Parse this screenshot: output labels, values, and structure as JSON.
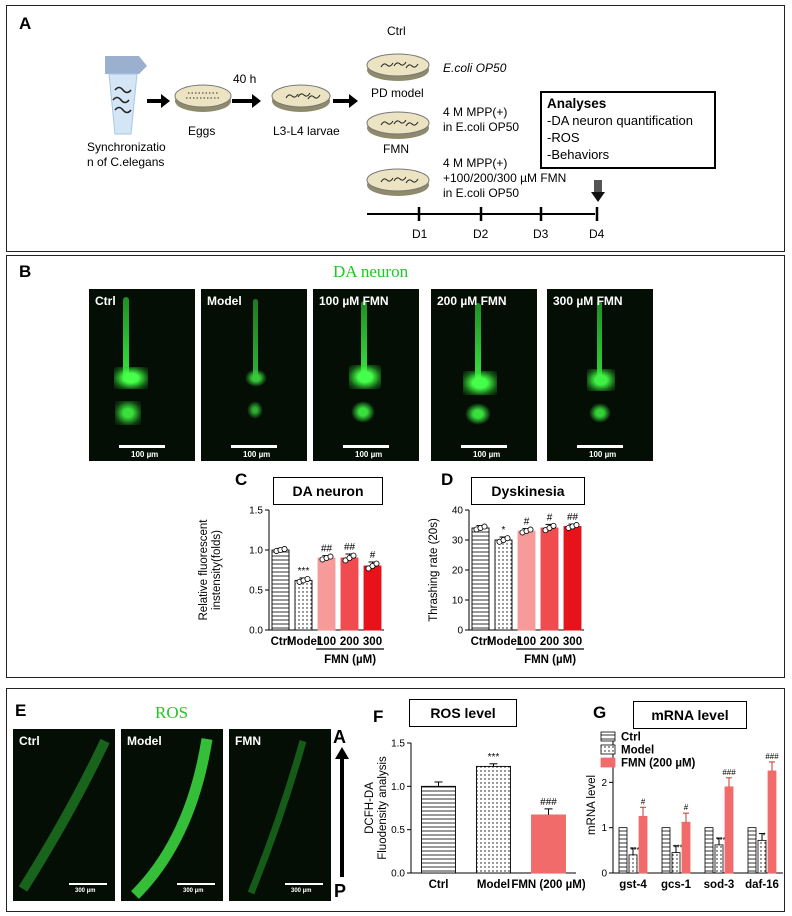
{
  "panelA": {
    "label": "A",
    "sync_label_1": "Synchronizatio",
    "sync_label_2": "n of C.elegans",
    "arrow_time": "40 h",
    "eggs": "Eggs",
    "larvae": "L3-L4 larvae",
    "ctrl": "Ctrl",
    "ctrl_food": "E.coli OP50",
    "pd": "PD model",
    "pd_1": "4 M MPP(+)",
    "pd_2": "in E.coli OP50",
    "fmn": "FMN",
    "fmn_1": "4 M MPP(+)",
    "fmn_2": "+100/200/300 µM FMN",
    "fmn_3": "in E.coli OP50",
    "analyses_title": "Analyses",
    "analyses_items": [
      "-DA neuron quantification",
      "-ROS",
      "-Behaviors"
    ],
    "days": [
      "D1",
      "D2",
      "D3",
      "D4"
    ]
  },
  "panelB": {
    "label": "B",
    "title": "DA neuron",
    "images": [
      "Ctrl",
      "Model",
      "100 µM FMN",
      "200 µM FMN",
      "300 µM FMN"
    ],
    "scale": "100 µm"
  },
  "panelC": {
    "label": "C",
    "title": "DA neuron",
    "chart_data": {
      "type": "bar",
      "categories": [
        "Ctrl",
        "Model",
        "100",
        "200",
        "300"
      ],
      "values": [
        1.0,
        0.62,
        0.9,
        0.9,
        0.8
      ],
      "errors": [
        0.02,
        0.03,
        0.03,
        0.05,
        0.05
      ],
      "significance": [
        "",
        "***",
        "##",
        "##",
        "#"
      ],
      "ylabel": "Relative fluorescent instensity(folds)",
      "ylim": [
        0,
        1.5
      ],
      "yticks": [
        "0.0",
        "0.5",
        "1.0",
        "1.5"
      ],
      "group_label": "FMN (µM)"
    }
  },
  "panelD": {
    "label": "D",
    "title": "Dyskinesia",
    "chart_data": {
      "type": "bar",
      "categories": [
        "Ctrl",
        "Model",
        "100",
        "200",
        "300"
      ],
      "values": [
        34,
        30,
        33,
        34,
        34.5
      ],
      "errors": [
        0.8,
        1.0,
        0.8,
        1.2,
        0.8
      ],
      "significance": [
        "",
        "*",
        "#",
        "#",
        "##"
      ],
      "ylabel": "Thrashing rate (20s)",
      "ylim": [
        0,
        40
      ],
      "yticks": [
        "0",
        "10",
        "20",
        "30",
        "40"
      ],
      "group_label": "FMN (µM)"
    }
  },
  "panelE": {
    "label": "E",
    "title": "ROS",
    "images": [
      "Ctrl",
      "Model",
      "FMN"
    ],
    "scale": "300 µm",
    "axis_top": "A",
    "axis_bottom": "P"
  },
  "panelF": {
    "label": "F",
    "title": "ROS level",
    "chart_data": {
      "type": "bar",
      "categories": [
        "Ctrl",
        "Model",
        "FMN (200 µM)"
      ],
      "values": [
        1.0,
        1.23,
        0.67
      ],
      "errors": [
        0.05,
        0.03,
        0.07
      ],
      "significance": [
        "",
        "***",
        "###"
      ],
      "ylabel": "DCFH-DA Fluodensity analysis",
      "ylim": [
        0,
        1.5
      ],
      "yticks": [
        "0.0",
        "0.5",
        "1.0",
        "1.5"
      ]
    }
  },
  "panelG": {
    "label": "G",
    "title": "mRNA level",
    "chart_data": {
      "type": "bar",
      "categories": [
        "gst-4",
        "gcs-1",
        "sod-3",
        "daf-16"
      ],
      "series": [
        {
          "name": "Ctrl",
          "values": [
            1.0,
            1.0,
            1.0,
            1.0
          ]
        },
        {
          "name": "Model",
          "values": [
            0.4,
            0.45,
            0.62,
            0.72
          ]
        },
        {
          "name": "FMN (200 µM)",
          "values": [
            1.25,
            1.12,
            1.9,
            2.25
          ]
        }
      ],
      "significance": [
        [
          "",
          "***",
          "#"
        ],
        [
          "",
          "***",
          "#"
        ],
        [
          "",
          "***",
          "###"
        ],
        [
          "",
          "*",
          "###"
        ]
      ],
      "ylabel": "mRNA level",
      "ylim": [
        0,
        3
      ],
      "yticks": [
        "0",
        "1",
        "2",
        "3"
      ]
    }
  },
  "colors": {
    "fmn100": "#f79a9a",
    "fmn200": "#f04c50",
    "fmn300": "#e8121a",
    "fmnF": "#f26b6b",
    "fluor": "#27e62b"
  }
}
